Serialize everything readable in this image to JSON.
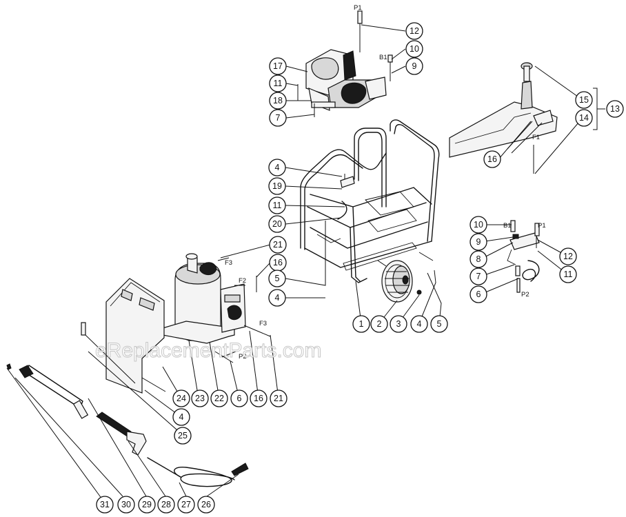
{
  "watermark": "eReplacementParts.com",
  "callouts": [
    "1",
    "2",
    "3",
    "4",
    "5",
    "6",
    "7",
    "8",
    "9",
    "10",
    "11",
    "12",
    "13",
    "14",
    "15",
    "16",
    "17",
    "18",
    "19",
    "20",
    "21",
    "22",
    "23",
    "24",
    "25",
    "26",
    "27",
    "28",
    "29",
    "30",
    "31"
  ],
  "connector_tags": [
    "P1",
    "P2",
    "B1",
    "F1",
    "F2",
    "F3"
  ]
}
